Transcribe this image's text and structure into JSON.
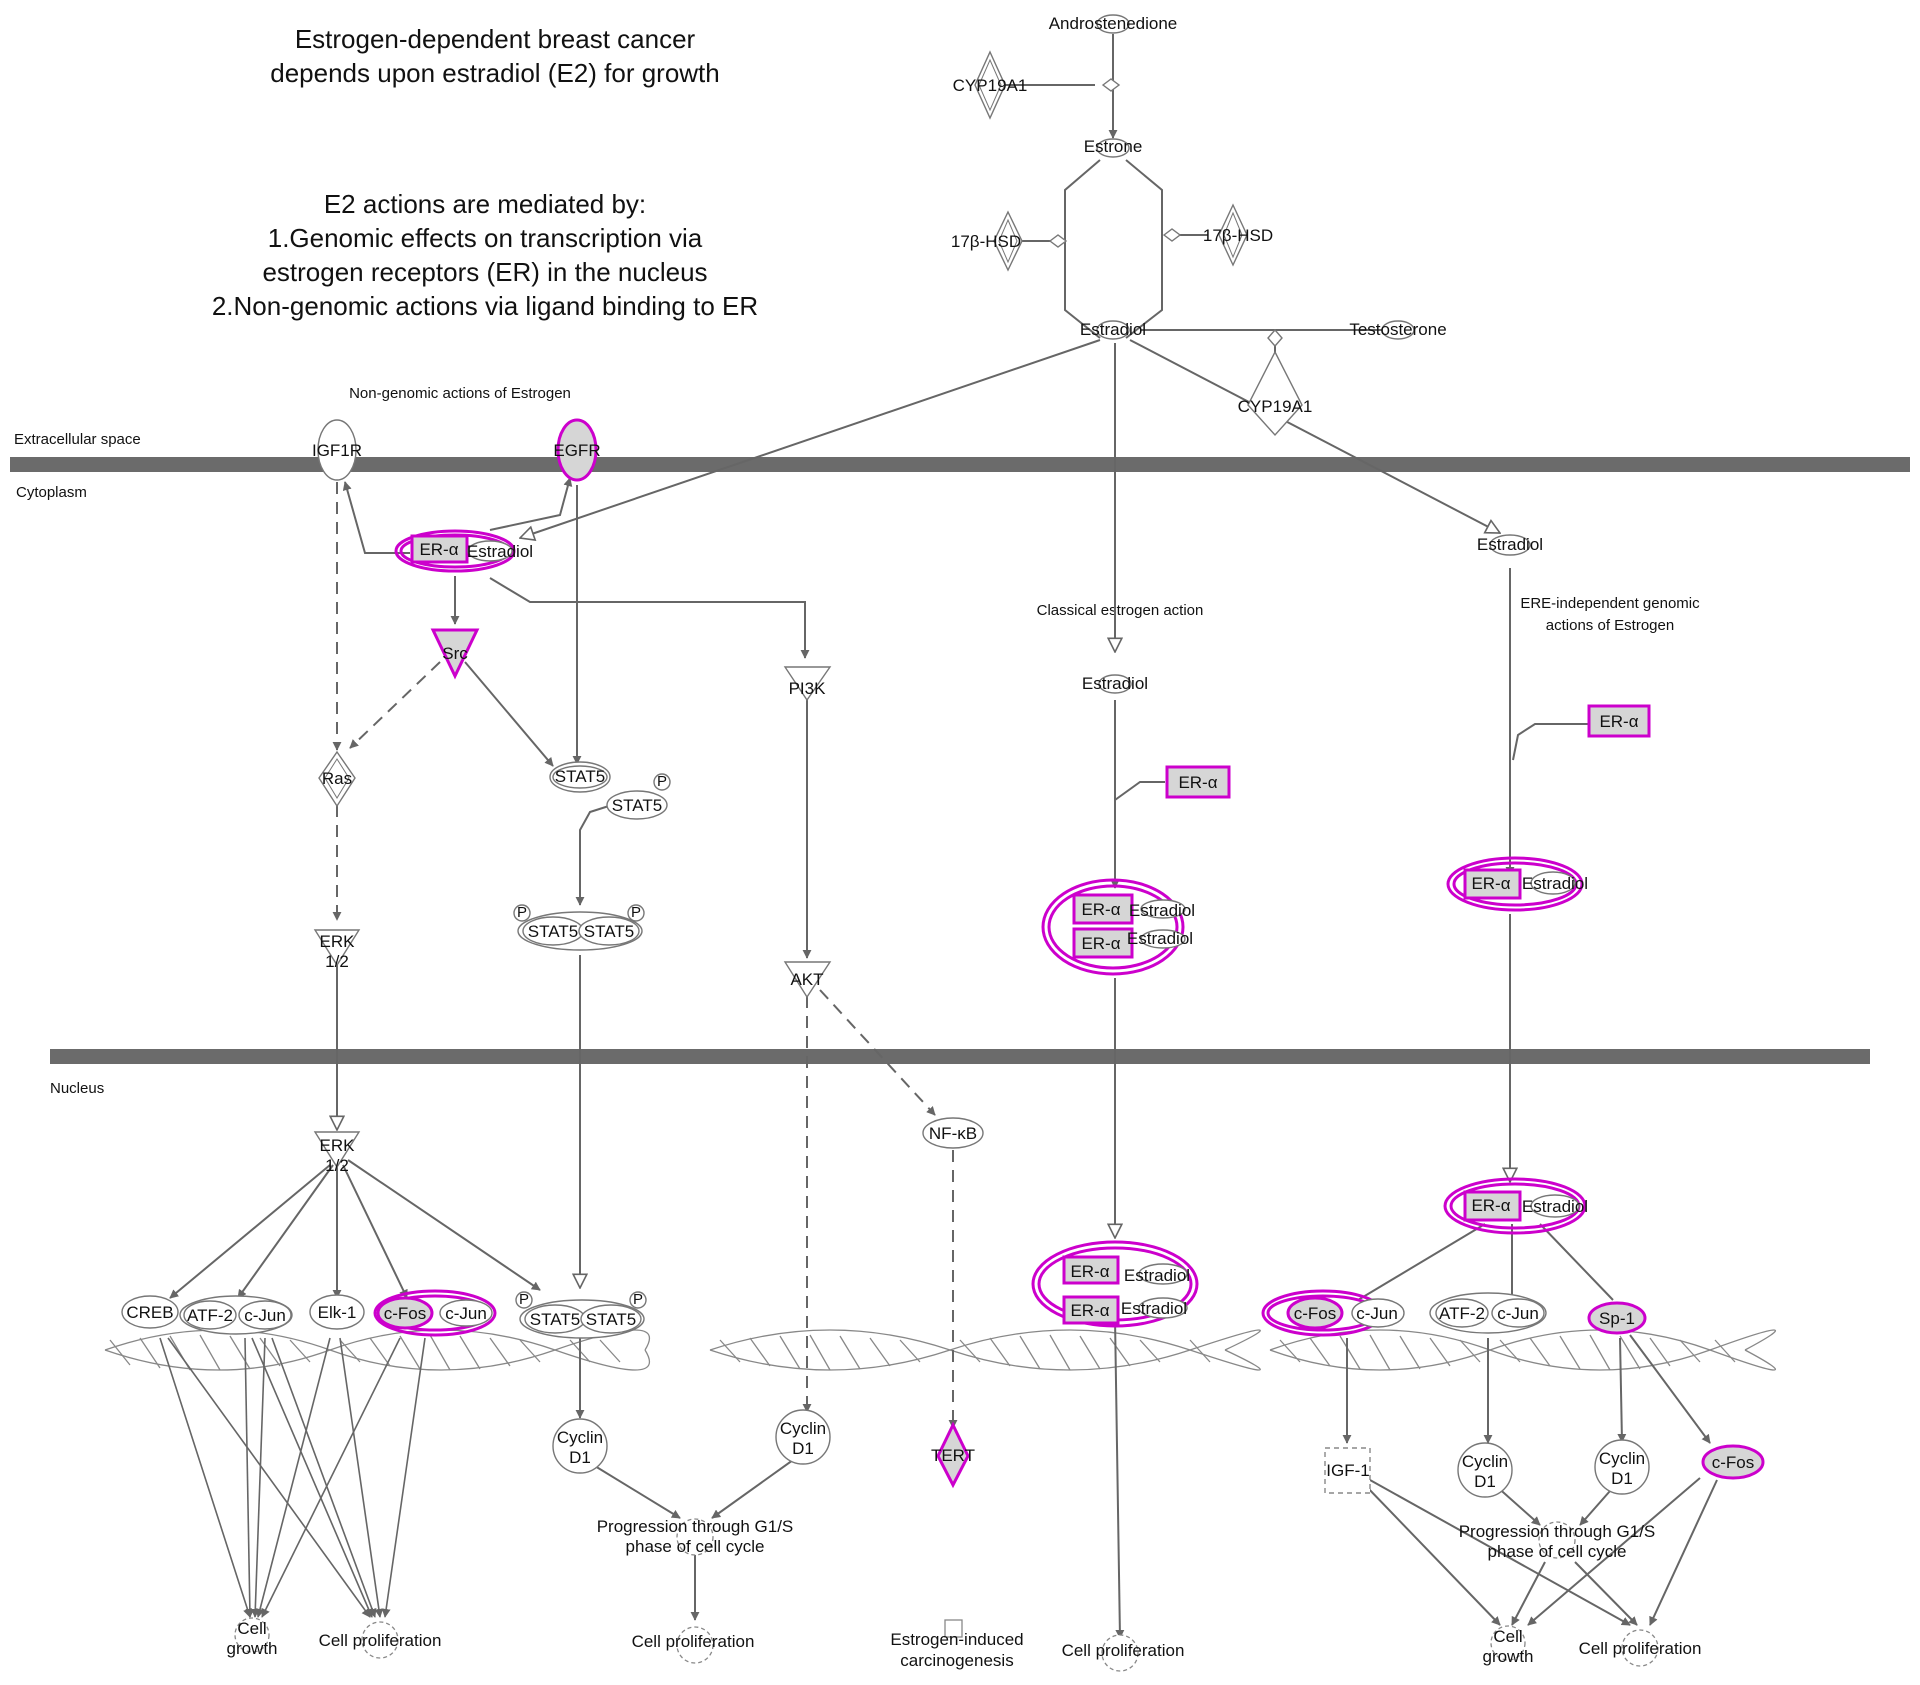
{
  "header": {
    "title_line1": "Estrogen-dependent breast cancer",
    "title_line2": "depends upon estradiol (E2) for growth",
    "mech_line1": "E2 actions are mediated by:",
    "mech_line2": "1.Genomic effects on transcription via",
    "mech_line3": "estrogen receptors (ER) in the nucleus",
    "mech_line4": "2.Non-genomic actions via ligand binding to ER"
  },
  "compartments": {
    "extracellular": "Extracellular space",
    "cytoplasm": "Cytoplasm",
    "nucleus": "Nucleus"
  },
  "sections": {
    "nongenomic": "Non-genomic actions of Estrogen",
    "classical": "Classical estrogen action",
    "ere_line1": "ERE-independent genomic",
    "ere_line2": "actions of Estrogen"
  },
  "nodes": {
    "androstenedione": "Androstenedione",
    "cyp19a1": "CYP19A1",
    "estrone": "Estrone",
    "hsd17b": "17β-HSD",
    "estradiol": "Estradiol",
    "testosterone": "Testosterone",
    "igf1r": "IGF1R",
    "egfr": "EGFR",
    "er_alpha": "ER-α",
    "src": "Src",
    "pi3k": "PI3K",
    "ras": "Ras",
    "stat5": "STAT5",
    "phospho": "P",
    "erk_line1": "ERK",
    "erk_line2": "1/2",
    "akt": "AKT",
    "nfkb": "NF-κB",
    "creb": "CREB",
    "atf2": "ATF-2",
    "cjun": "c-Jun",
    "elk1": "Elk-1",
    "cfos": "c-Fos",
    "sp1": "Sp-1",
    "igf1": "IGF-1",
    "cyclin_line1": "Cyclin",
    "cyclin_line2": "D1",
    "tert": "TERT"
  },
  "outcomes": {
    "cell_growth_line1": "Cell",
    "cell_growth_line2": "growth",
    "cell_proliferation": "Cell proliferation",
    "g1s_line1": "Progression through G1/S",
    "g1s_line2": "phase of cell cycle",
    "carcinogenesis_line1": "Estrogen-induced",
    "carcinogenesis_line2": "carcinogenesis"
  },
  "colors": {
    "highlight": "#cc00cc",
    "fill": "#d6d6d6",
    "membrane": "#6b6b6b",
    "edge": "#666666"
  }
}
